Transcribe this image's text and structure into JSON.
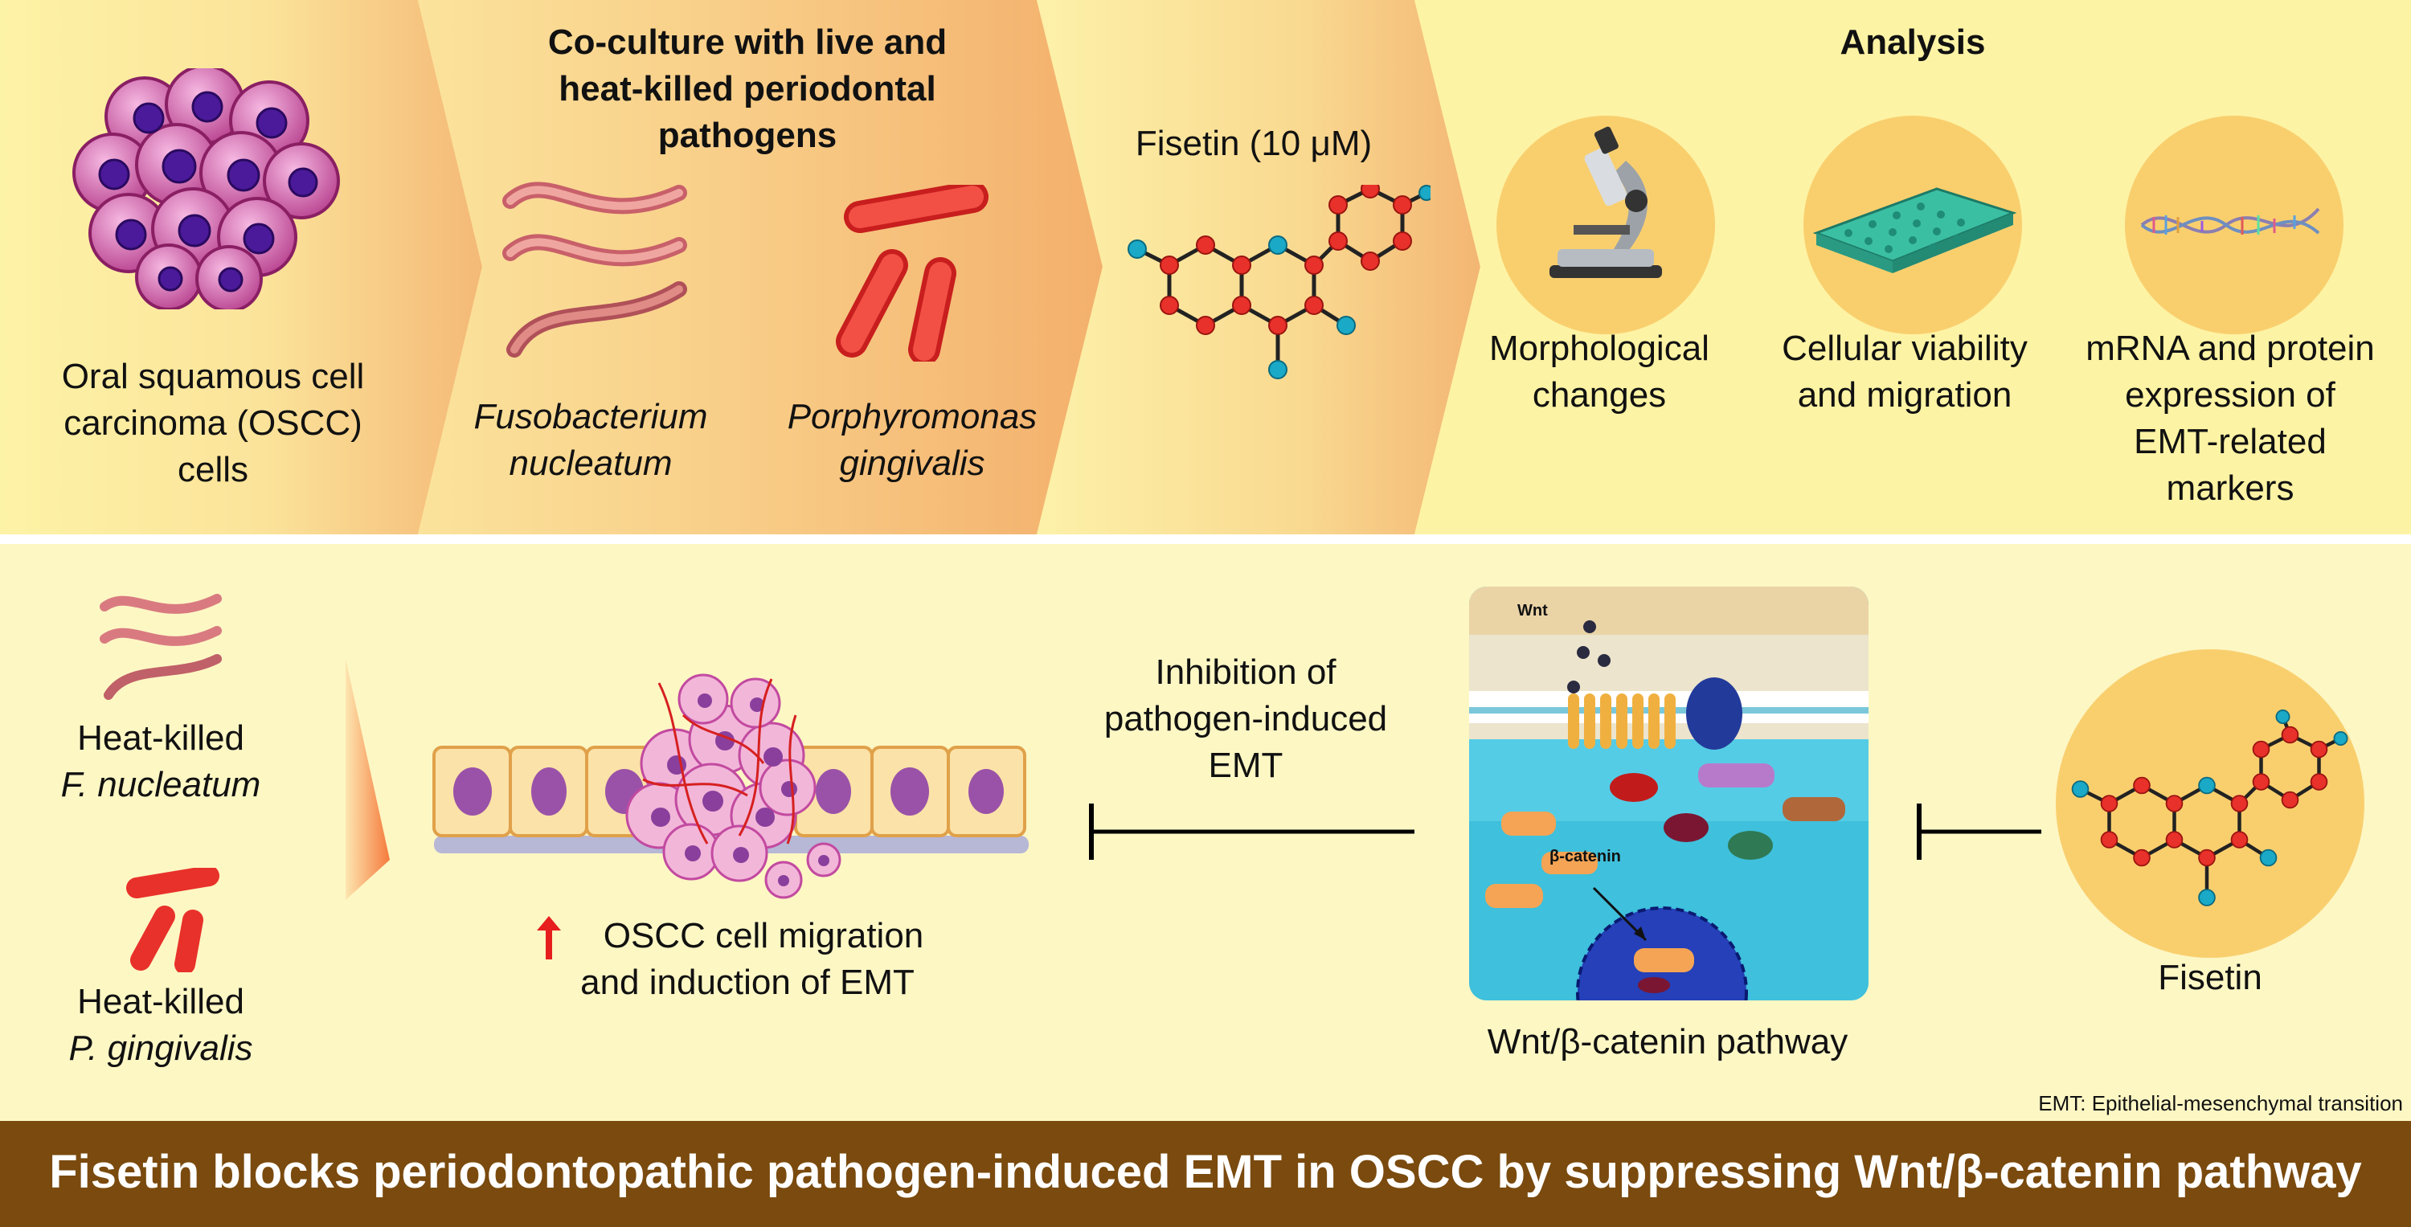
{
  "top": {
    "osccLabel": [
      "Oral squamous cell",
      "carcinoma (OSCC)",
      "cells"
    ],
    "coculture": {
      "title": [
        "Co-culture with live and",
        "heat-killed periodontal",
        "pathogens"
      ],
      "fn": [
        "Fusobacterium",
        "nucleatum"
      ],
      "pg": [
        "Porphyromonas",
        "gingivalis"
      ]
    },
    "fisetin": "Fisetin (10 μM)",
    "analysis": {
      "title": "Analysis",
      "morph": [
        "Morphological",
        "changes"
      ],
      "viab": [
        "Cellular viability",
        "and migration"
      ],
      "mrna": [
        "mRNA and protein",
        "expression of",
        "EMT-related",
        "markers"
      ]
    }
  },
  "bottom": {
    "hkFn": [
      "Heat-killed",
      "F. nucleatum"
    ],
    "hkPg": [
      "Heat-killed",
      "P. gingivalis"
    ],
    "migration": [
      "OSCC cell migration",
      "and induction of EMT"
    ],
    "inhibition": [
      "Inhibition of",
      "pathogen-induced",
      "EMT"
    ],
    "wnt": "Wnt",
    "betaCatenin": "β-catenin",
    "pathway": "Wnt/β-catenin pathway",
    "fisetin": "Fisetin",
    "footnote": "EMT: Epithelial-mesenchymal transition"
  },
  "banner": "Fisetin blocks periodontopathic pathogen-induced EMT in OSCC by suppressing Wnt/β-catenin pathway",
  "colors": {
    "banner": "#7a4a0e",
    "bannerText": "#ffffff",
    "molRed": "#e8312a",
    "molCyan": "#1aa9c6",
    "arrowRed": "#e61e1e"
  },
  "icons": [
    "cell-cluster-icon",
    "fusobacterium-icon",
    "porphyromonas-icon",
    "fisetin-molecule-icon",
    "microscope-icon",
    "well-plate-icon",
    "dna-icon",
    "tissue-icon",
    "wnt-pathway-icon",
    "inhibition-arrow-icon",
    "up-arrow-icon"
  ]
}
